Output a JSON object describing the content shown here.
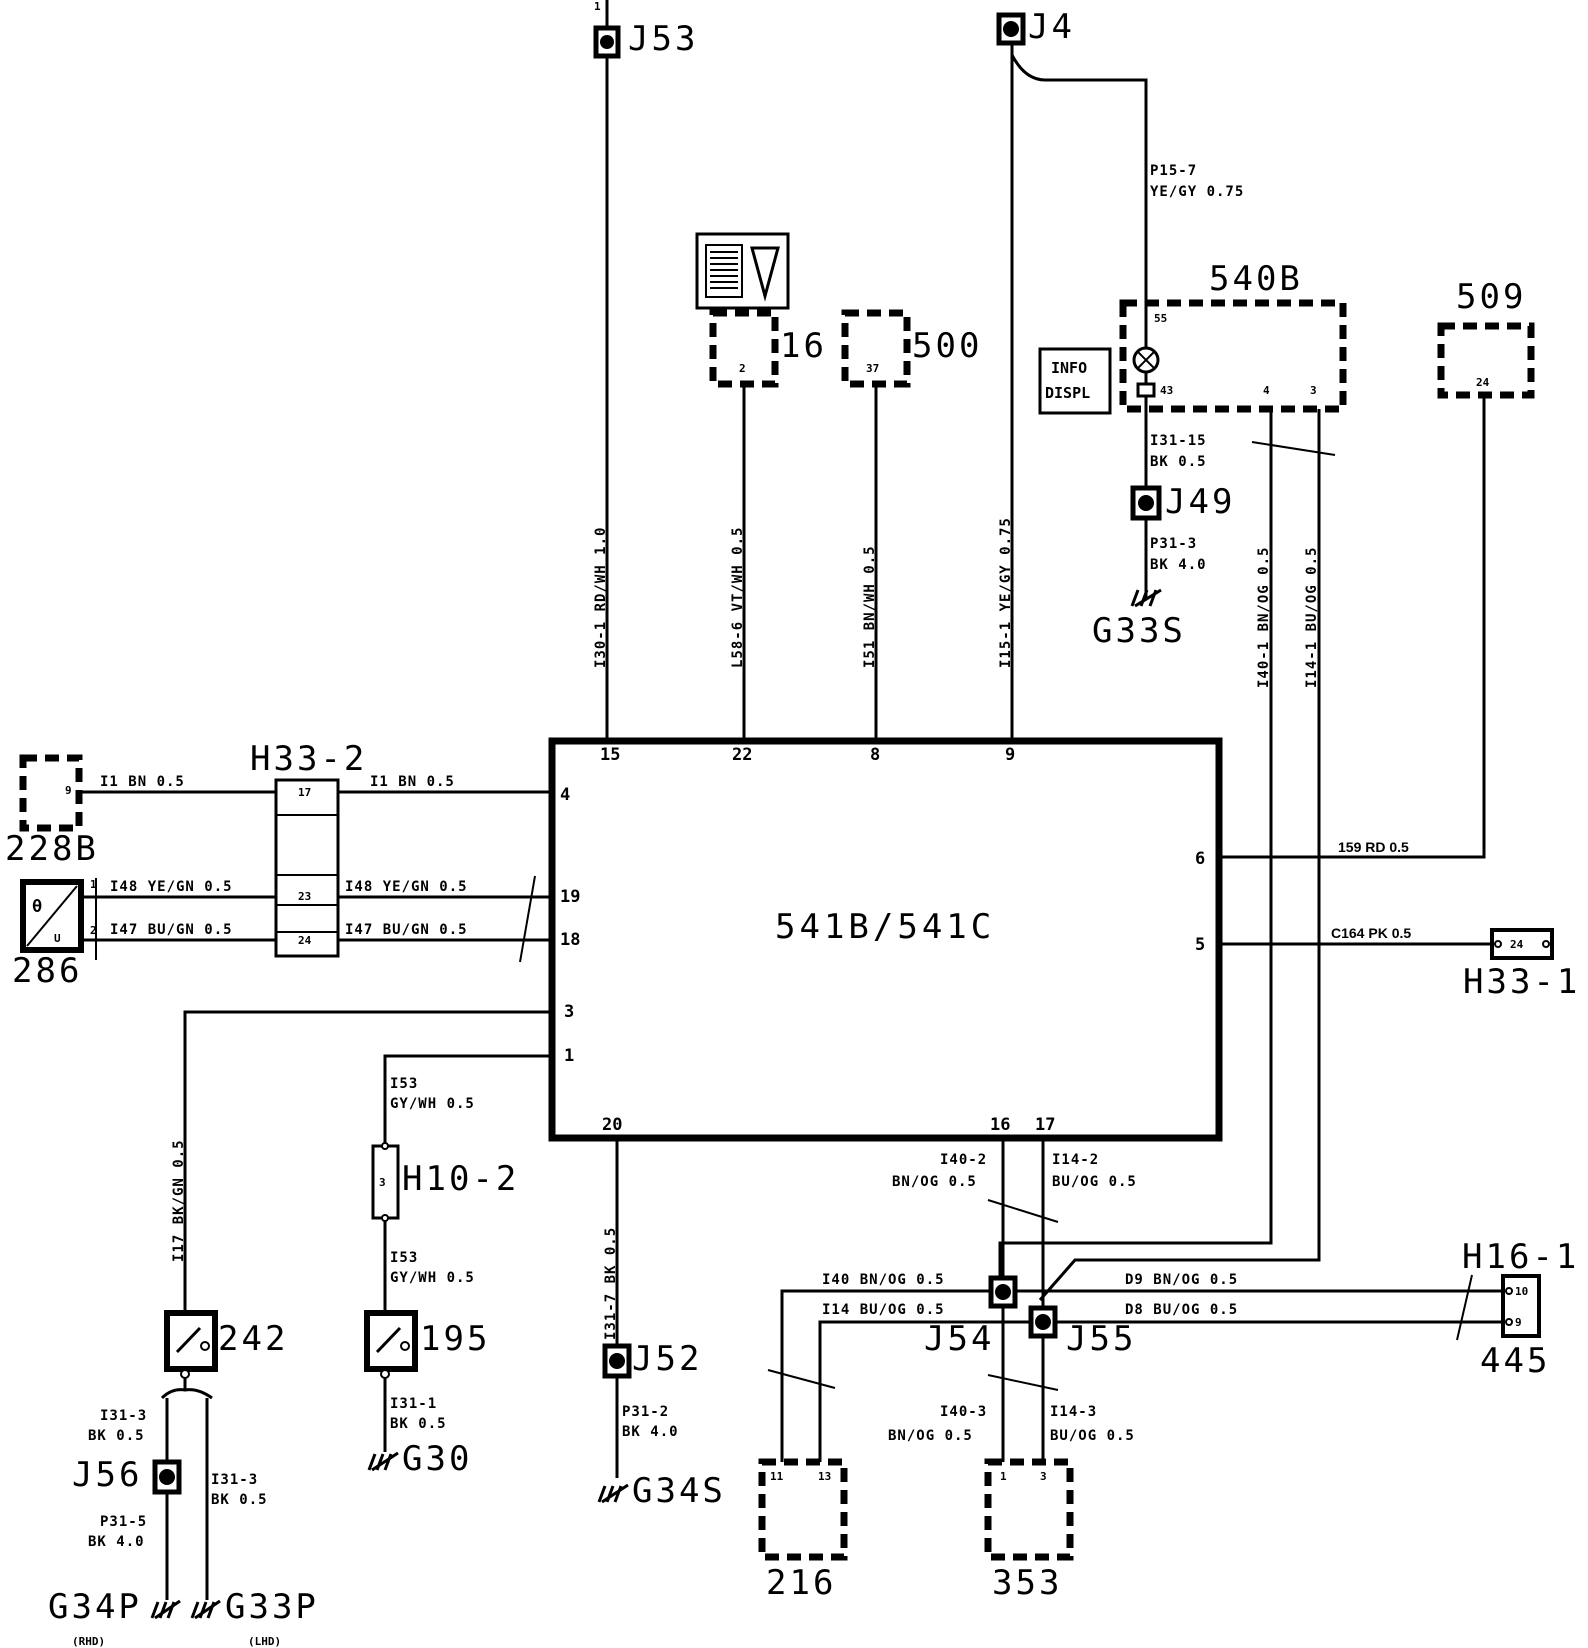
{
  "main_module": {
    "label": "541B/541C"
  },
  "module_pins": {
    "p15": "15",
    "p22": "22",
    "p8": "8",
    "p9": "9",
    "p4": "4",
    "p19": "19",
    "p18": "18",
    "p3": "3",
    "p1": "1",
    "p6": "6",
    "p5": "5",
    "p20": "20",
    "p16": "16",
    "p17": "17"
  },
  "junctions": {
    "j53": "J53",
    "j4": "J4",
    "j49": "J49",
    "j52": "J52",
    "j54": "J54",
    "j55": "J55",
    "j56": "J56"
  },
  "grounds": {
    "g33s": "G33S",
    "g30": "G30",
    "g34s": "G34S",
    "g34p": "G34P",
    "g33p": "G33P",
    "rhd": "(RHD)",
    "lhd": "(LHD)"
  },
  "components": {
    "c16": "16",
    "c16_pin": "2",
    "c500": "500",
    "c500_pin": "37",
    "c540b": "540B",
    "c540b_pin55": "55",
    "c540b_pin43": "43",
    "c540b_pin4": "4",
    "c540b_pin3": "3",
    "info_line1": "INFO",
    "info_line2": "DISPL",
    "c509": "509",
    "c509_pin": "24",
    "c228b": "228B",
    "c228b_pin": "9",
    "c286": "286",
    "c286_pin1": "1",
    "c286_pin2": "2",
    "c286_theta": "θ",
    "c286_u": "U",
    "h33_2": "H33-2",
    "h33_2_p17": "17",
    "h33_2_p23": "23",
    "h33_2_p24": "24",
    "h33_1": "H33-1",
    "h33_1_pin": "24",
    "h10_2": "H10-2",
    "h10_2_pin": "3",
    "c242": "242",
    "c195": "195",
    "h16_1": "H16-1",
    "h16_1_p10": "10",
    "h16_1_p9": "9",
    "c445": "445",
    "c216": "216",
    "c216_p11": "11",
    "c216_p13": "13",
    "c353": "353",
    "c353_p1": "1",
    "c353_p3": "3",
    "j53_pin": "1"
  },
  "wires": {
    "i30_1": "I30-1  RD/WH 1.0",
    "l58_6": "L58-6  VT/WH 0.5",
    "i51": "I51  BN/WH 0.5",
    "i15_1": "I15-1  YE/GY 0.75",
    "p15_7a": "P15-7",
    "p15_7b": "YE/GY 0.75",
    "i31_15a": "I31-15",
    "i31_15b": "BK 0.5",
    "p31_xa": "P31-3",
    "p31_xb": "BK 4.0",
    "i40_1": "I40-1  BN/OG 0.5",
    "i14_1": "I14-1  BU/OG 0.5",
    "w159": "159  RD 0.5",
    "c164": "C164  PK 0.5",
    "i1_left": "I1  BN  0.5",
    "i1_right": "I1  BN  0.5",
    "i48_left": "I48 YE/GN 0.5",
    "i48_right": "I48  YE/GN 0.5",
    "i47_left": "I47 BU/GN 0.5",
    "i47_right": "I47  BU/GN  0.5",
    "i17": "I17  BK/GN 0.5",
    "i53_top_a": "I53",
    "i53_top_b": "GY/WH  0.5",
    "i53_bot_a": "I53",
    "i53_bot_b": "GY/WH  0.5",
    "i31_1a": "I31-1",
    "i31_1b": "BK 0.5",
    "i31_7": "I31-7  BK 0.5",
    "p31_2a": "P31-2",
    "p31_2b": "BK 4.0",
    "i31_3a_a": "I31-3",
    "i31_3a_b": "BK 0.5",
    "i31_3b_a": "I31-3",
    "i31_3b_b": "BK 0.5",
    "p31_5a": "P31-5",
    "p31_5b": "BK 4.0",
    "i40_2a": "I40-2",
    "i40_2b": "BN/OG 0.5",
    "i14_2a": "I14-2",
    "i14_2b": "BU/OG 0.5",
    "i40": "I40  BN/OG  0.5",
    "i14": "I14  BU/OG  0.5",
    "d9": "D9  BN/OG 0.5",
    "d8": "D8  BU/OG 0.5",
    "i40_3a": "I40-3",
    "i40_3b": "BN/OG  0.5",
    "i14_3a": "I14-3",
    "i14_3b": "BU/OG  0.5"
  }
}
